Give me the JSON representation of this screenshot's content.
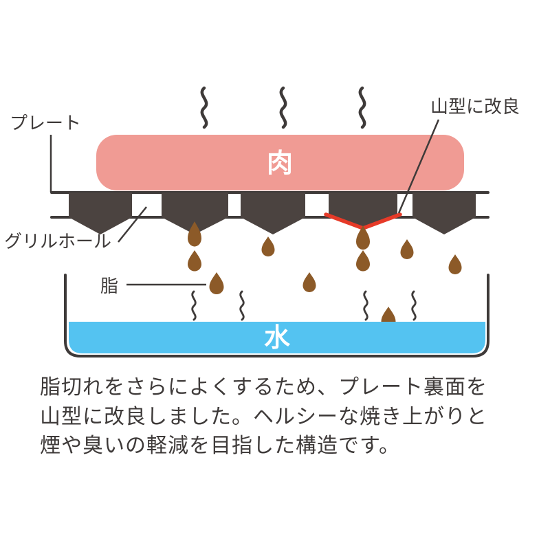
{
  "labels": {
    "plate": "プレート",
    "grill_hole": "グリルホール",
    "fat": "脂",
    "meat": "肉",
    "water": "水",
    "ridge_note": "山型に改良"
  },
  "caption": {
    "line1": "脂切れをさらによくするため、プレート裏面を",
    "line2": "山型に改良しました。ヘルシーな焼き上がりと",
    "line3": "煙や臭いの軽減を目指した構造です。"
  },
  "colors": {
    "meat_pink": "#F09B94",
    "plate_dark": "#4B4340",
    "fat_brown": "#8C5A28",
    "water_blue": "#54C3F1",
    "ridge_red": "#E63A28",
    "ink": "#3E3A39",
    "background": "#FFFFFF"
  }
}
